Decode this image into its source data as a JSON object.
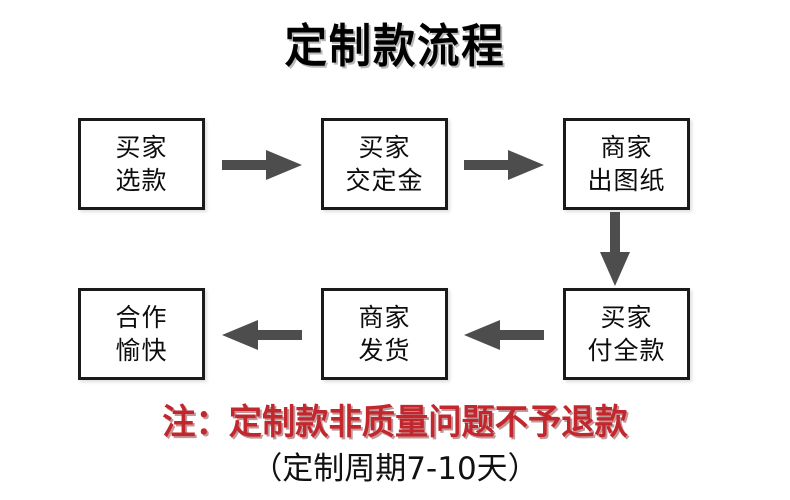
{
  "page": {
    "title": "定制款流程",
    "background_color": "#ffffff"
  },
  "colors": {
    "box_border": "#1a1a1a",
    "box_text": "#0d0d0d",
    "arrow": "#4d4d4d",
    "note_red": "#c2272d",
    "note_sub": "#111111",
    "title": "#000000"
  },
  "flow": {
    "nodes": [
      {
        "id": "node-1",
        "line1": "买家",
        "line2": "选款",
        "order": 1
      },
      {
        "id": "node-2",
        "line1": "买家",
        "line2": "交定金",
        "order": 2
      },
      {
        "id": "node-3",
        "line1": "商家",
        "line2": "出图纸",
        "order": 3
      },
      {
        "id": "node-4",
        "line1": "买家",
        "line2": "付全款",
        "order": 4
      },
      {
        "id": "node-5",
        "line1": "商家",
        "line2": "发货",
        "order": 5
      },
      {
        "id": "node-6",
        "line1": "合作",
        "line2": "愉快",
        "order": 6
      }
    ],
    "arrows": [
      {
        "id": "arrow-1",
        "direction": "right",
        "from": "node-1",
        "to": "node-2"
      },
      {
        "id": "arrow-2",
        "direction": "right",
        "from": "node-2",
        "to": "node-3"
      },
      {
        "id": "arrow-3",
        "direction": "down",
        "from": "node-3",
        "to": "node-4"
      },
      {
        "id": "arrow-4",
        "direction": "left",
        "from": "node-4",
        "to": "node-5"
      },
      {
        "id": "arrow-5",
        "direction": "left",
        "from": "node-5",
        "to": "node-6"
      }
    ]
  },
  "footer": {
    "note": "注：定制款非质量问题不予退款",
    "sub_note": "（定制周期7-10天）"
  }
}
